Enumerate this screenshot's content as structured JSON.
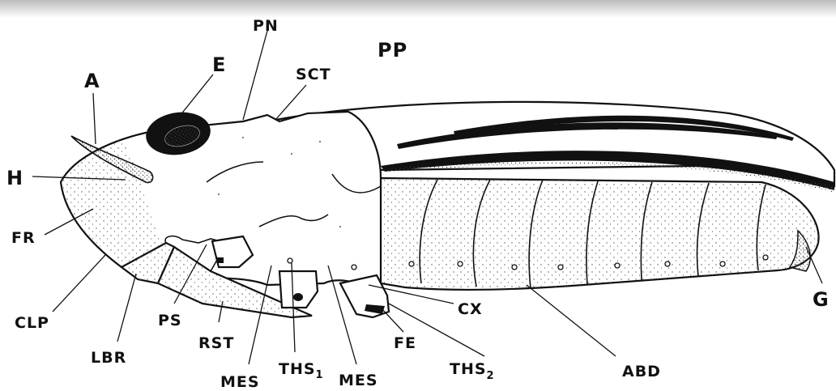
{
  "diagram": {
    "labels": {
      "A": "A",
      "E": "E",
      "PN": "PN",
      "PP": "PP",
      "SCT": "SCT",
      "H": "H",
      "FR": "FR",
      "CLP": "CLP",
      "LBR": "LBR",
      "PS": "PS",
      "RST": "RST",
      "MES_1": "MES",
      "THS1_main": "THS",
      "THS1_sub": "1",
      "MES_2": "MES",
      "FE": "FE",
      "CX": "CX",
      "THS2_main": "THS",
      "THS2_sub": "2",
      "ABD": "ABD",
      "G": "G"
    }
  }
}
